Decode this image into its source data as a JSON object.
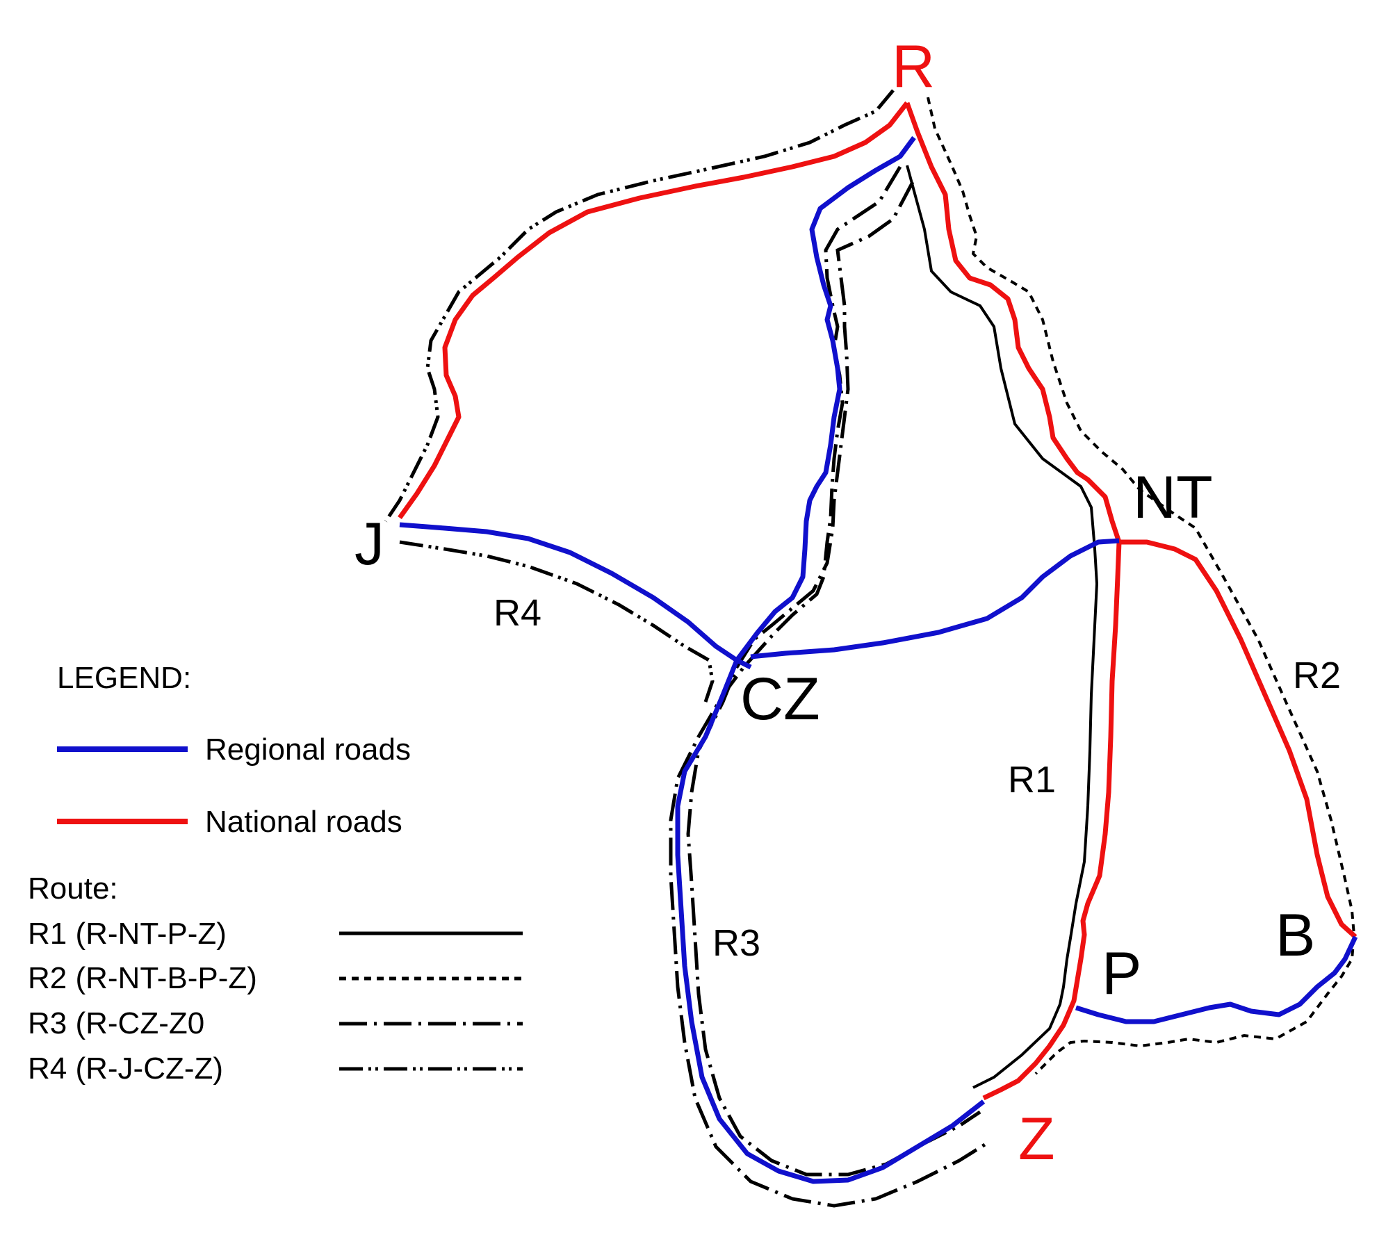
{
  "colors": {
    "regional": "#1010cc",
    "national": "#ee1111",
    "route": "#000000",
    "text": "#000000",
    "red_text": "#ee1111"
  },
  "nodes": {
    "R": "R",
    "NT": "NT",
    "J": "J",
    "CZ": "CZ",
    "P": "P",
    "B": "B",
    "Z": "Z"
  },
  "route_labels": {
    "R1": "R1",
    "R2": "R2",
    "R3": "R3",
    "R4": "R4"
  },
  "legend": {
    "title": "LEGEND:",
    "regional_label": "Regional roads",
    "national_label": "National roads",
    "route_title": "Route:",
    "routes": [
      {
        "label": "R1 (R-NT-P-Z)",
        "style": "solid"
      },
      {
        "label": "R2 (R-NT-B-P-Z)",
        "style": "dotted"
      },
      {
        "label": "R3 (R-CZ-Z0",
        "style": "long-dash-dot"
      },
      {
        "label": "R4 (R-J-CZ-Z)",
        "style": "dash-double-dot"
      }
    ]
  }
}
